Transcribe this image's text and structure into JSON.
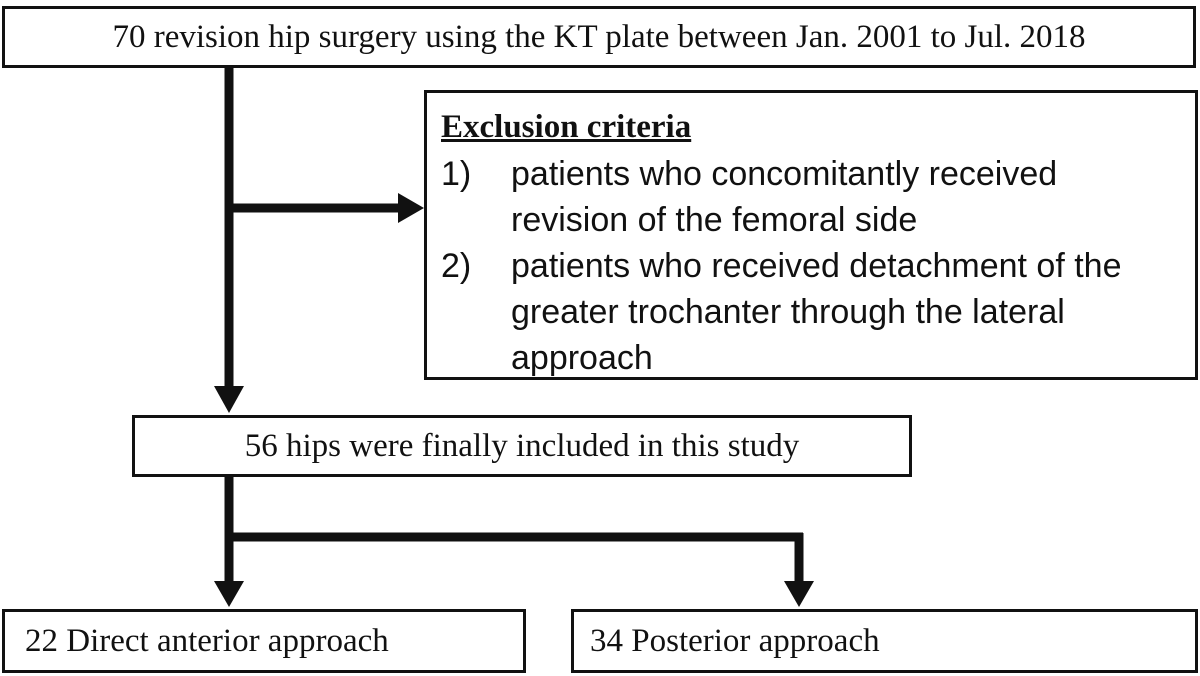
{
  "flowchart": {
    "top_box": "70 revision hip surgery using the KT plate between Jan. 2001 to Jul. 2018",
    "exclusion": {
      "title": "Exclusion criteria",
      "items": [
        {
          "num": "1)",
          "text": "patients who concomitantly received revision of the femoral side"
        },
        {
          "num": "2)",
          "text": "patients who received detachment of the greater trochanter through the lateral approach"
        }
      ]
    },
    "included_box": "56 hips were finally included in this study",
    "left_box": "22 Direct anterior approach",
    "right_box": "34 Posterior approach"
  },
  "colors": {
    "line": "#111111",
    "background": "#ffffff"
  }
}
